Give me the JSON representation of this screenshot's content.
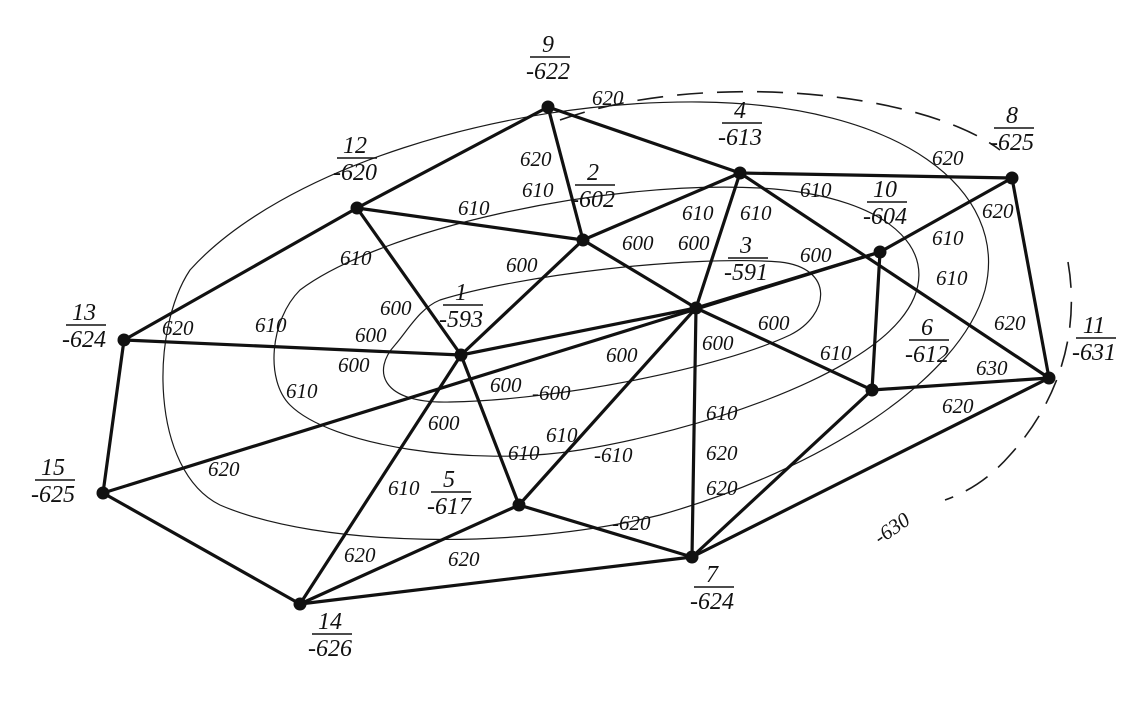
{
  "nodes": [
    {
      "id": "n1",
      "number": "1",
      "elevation": "-593"
    },
    {
      "id": "n2",
      "number": "2",
      "elevation": "-602"
    },
    {
      "id": "n3",
      "number": "3",
      "elevation": "-591"
    },
    {
      "id": "n4",
      "number": "4",
      "elevation": "-613"
    },
    {
      "id": "n5",
      "number": "5",
      "elevation": "-617"
    },
    {
      "id": "n6",
      "number": "6",
      "elevation": "-612"
    },
    {
      "id": "n7",
      "number": "7",
      "elevation": "-624"
    },
    {
      "id": "n8",
      "number": "8",
      "elevation": "-625"
    },
    {
      "id": "n9",
      "number": "9",
      "elevation": "-622"
    },
    {
      "id": "n10",
      "number": "10",
      "elevation": "-604"
    },
    {
      "id": "n11",
      "number": "11",
      "elevation": "-631"
    },
    {
      "id": "n12",
      "number": "12",
      "elevation": "-620"
    },
    {
      "id": "n13",
      "number": "13",
      "elevation": "-624"
    },
    {
      "id": "n14",
      "number": "14",
      "elevation": "-626"
    },
    {
      "id": "n15",
      "number": "15",
      "elevation": "-625"
    }
  ],
  "edges": [
    [
      "n9",
      "n12"
    ],
    [
      "n9",
      "n2"
    ],
    [
      "n9",
      "n4"
    ],
    [
      "n4",
      "n8"
    ],
    [
      "n8",
      "n11"
    ],
    [
      "n12",
      "n2"
    ],
    [
      "n12",
      "n13"
    ],
    [
      "n12",
      "n1"
    ],
    [
      "n13",
      "n15"
    ],
    [
      "n13",
      "n1"
    ],
    [
      "n15",
      "n14"
    ],
    [
      "n15",
      "n10"
    ],
    [
      "n14",
      "n1"
    ],
    [
      "n14",
      "n5"
    ],
    [
      "n14",
      "n7"
    ],
    [
      "n2",
      "n1"
    ],
    [
      "n2",
      "n4"
    ],
    [
      "n2",
      "n3"
    ],
    [
      "n4",
      "n3"
    ],
    [
      "n4",
      "n11"
    ],
    [
      "n3",
      "n1"
    ],
    [
      "n3",
      "n10"
    ],
    [
      "n3",
      "n6"
    ],
    [
      "n3",
      "n5"
    ],
    [
      "n3",
      "n7"
    ],
    [
      "n1",
      "n5"
    ],
    [
      "n5",
      "n7"
    ],
    [
      "n7",
      "n6"
    ],
    [
      "n7",
      "n11"
    ],
    [
      "n6",
      "n10"
    ],
    [
      "n6",
      "n11"
    ],
    [
      "n8",
      "n10"
    ]
  ],
  "edge_labels": [
    {
      "id": "el-9-12a",
      "text": "620"
    },
    {
      "id": "el-9-12b",
      "text": "620"
    },
    {
      "id": "el-9-2",
      "text": "620"
    },
    {
      "id": "el-9-2b",
      "text": "610"
    },
    {
      "id": "el-12-2",
      "text": "610"
    },
    {
      "id": "el-12-1",
      "text": "610"
    },
    {
      "id": "el-13-1",
      "text": "610"
    },
    {
      "id": "el-13-1b",
      "text": "620"
    },
    {
      "id": "el-2-1",
      "text": "600"
    },
    {
      "id": "el-1a",
      "text": "600"
    },
    {
      "id": "el-1b",
      "text": "600"
    },
    {
      "id": "el-1c",
      "text": "600"
    },
    {
      "id": "el-15-1",
      "text": "610"
    },
    {
      "id": "el-15-3",
      "text": "620"
    },
    {
      "id": "el-1-5",
      "text": "600"
    },
    {
      "id": "el-2-4",
      "text": "610"
    },
    {
      "id": "el-4-3a",
      "text": "610"
    },
    {
      "id": "el-4-3b",
      "text": "600"
    },
    {
      "id": "el-2-3",
      "text": "600"
    },
    {
      "id": "el-4-10",
      "text": "610"
    },
    {
      "id": "el-3-10",
      "text": "600"
    },
    {
      "id": "el-3-6",
      "text": "600"
    },
    {
      "id": "el-3-5a",
      "text": "600"
    },
    {
      "id": "el-3-7",
      "text": "600"
    },
    {
      "id": "el-1-3",
      "text": "600"
    },
    {
      "id": "el-8-10",
      "text": "610"
    },
    {
      "id": "el-8-10b",
      "text": "610"
    },
    {
      "id": "el-8-11",
      "text": "620"
    },
    {
      "id": "el-9-4",
      "text": "620"
    },
    {
      "id": "el-4-11",
      "text": "620"
    },
    {
      "id": "el-6-11",
      "text": "630"
    },
    {
      "id": "el-3-6b",
      "text": "610"
    },
    {
      "id": "el-7-11",
      "text": "620"
    },
    {
      "id": "el-3-7b",
      "text": "610"
    },
    {
      "id": "el-1-5b",
      "text": "610"
    },
    {
      "id": "el-3-5b",
      "text": "610"
    },
    {
      "id": "el-14-5",
      "text": "610"
    },
    {
      "id": "el-14-1",
      "text": "620"
    },
    {
      "id": "el-14-7",
      "text": "620"
    },
    {
      "id": "el-6-7",
      "text": "620"
    }
  ],
  "contour_labels": [
    {
      "id": "cl-600",
      "text": "-600"
    },
    {
      "id": "cl-610",
      "text": "-610"
    },
    {
      "id": "cl-620",
      "text": "-620"
    },
    {
      "id": "cl-630",
      "text": "-630"
    }
  ]
}
